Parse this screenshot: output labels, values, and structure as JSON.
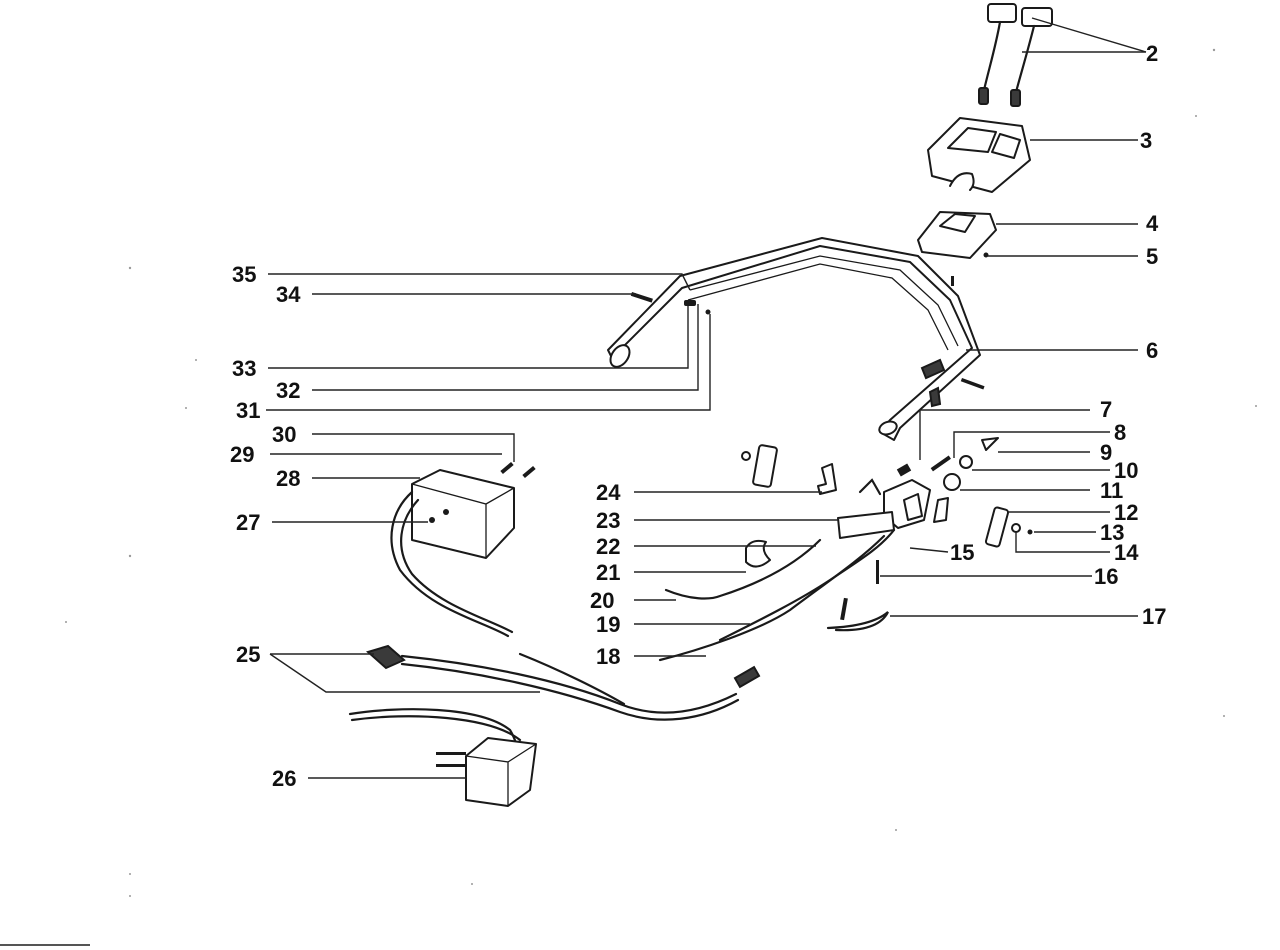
{
  "diagram": {
    "part_numbers": [
      "2",
      "3",
      "4",
      "5",
      "6",
      "7",
      "8",
      "9",
      "10",
      "11",
      "12",
      "13",
      "14",
      "15",
      "16",
      "17",
      "18",
      "19",
      "20",
      "21",
      "22",
      "23",
      "24",
      "25",
      "26",
      "27",
      "28",
      "29",
      "30",
      "31",
      "32",
      "33",
      "34",
      "35"
    ]
  }
}
